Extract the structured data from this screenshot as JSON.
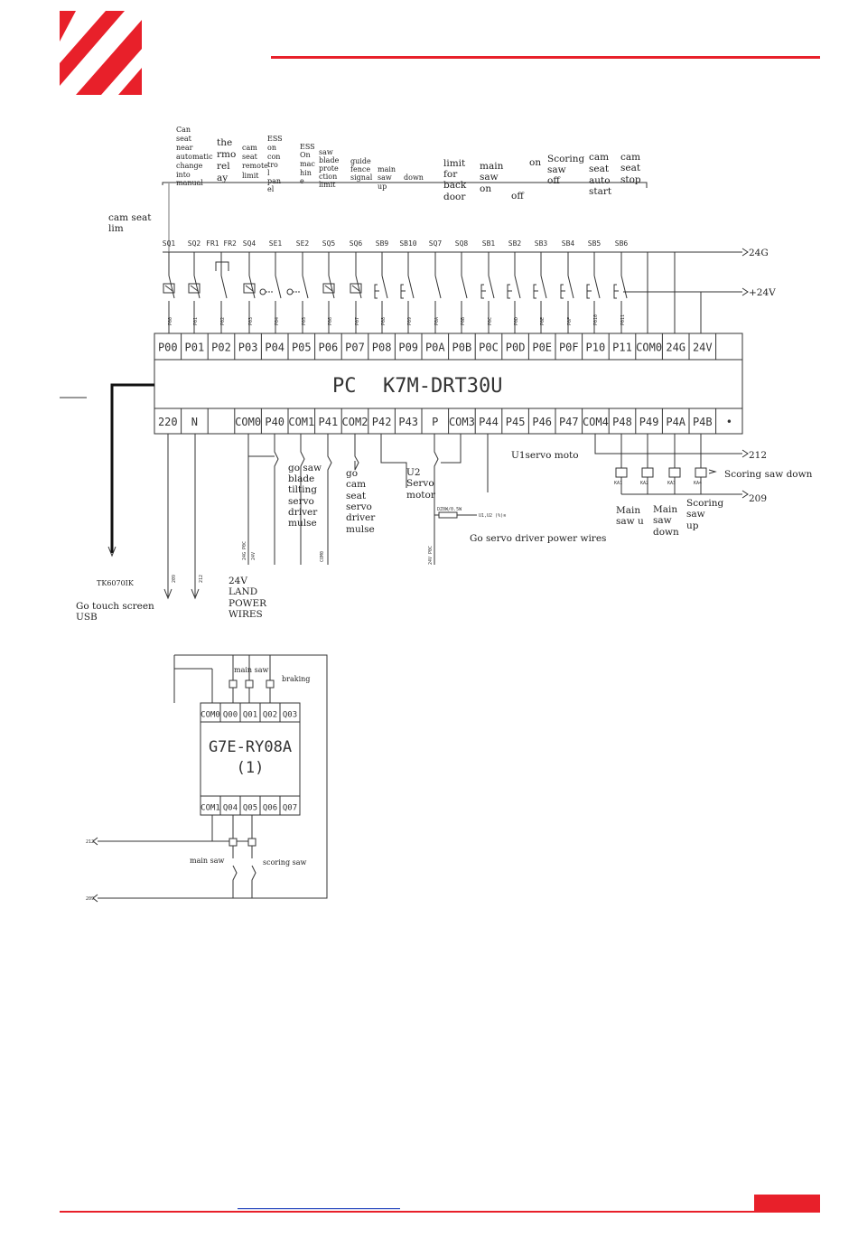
{
  "brand": {
    "accent": "#e8202a"
  },
  "plc": {
    "title_left": "PC",
    "title_right": "K7M-DRT30U",
    "top_terminals": [
      "P00",
      "P01",
      "P02",
      "P03",
      "P04",
      "P05",
      "P06",
      "P07",
      "P08",
      "P09",
      "P0A",
      "P0B",
      "P0C",
      "P0D",
      "P0E",
      "P0F",
      "P10",
      "P11",
      "COM0",
      "24G",
      "24V",
      ""
    ],
    "bottom_terminals": [
      "220",
      "N",
      "",
      "COM0",
      "P40",
      "COM1",
      "P41",
      "COM2",
      "P42",
      "P43",
      "P",
      "COM3",
      "P44",
      "P45",
      "P46",
      "P47",
      "COM4",
      "P48",
      "P49",
      "P4A",
      "P4B",
      "•"
    ]
  },
  "switch_labels": [
    "SQ1",
    "SQ2",
    "FR1 FR2",
    "SQ4",
    "SE1",
    "SE2",
    "SQ5",
    "SQ6",
    "SB9",
    "SB10",
    "SQ7",
    "SQ8",
    "SB1",
    "SB2",
    "SB3",
    "SB4",
    "SB5",
    "SB6"
  ],
  "annotations": {
    "can_seat": [
      "Can",
      "seat",
      "near",
      "automatic",
      "change",
      "into",
      "manual"
    ],
    "thermal": [
      "the",
      "rmo",
      "rel",
      "ay"
    ],
    "cam_remote": [
      "cam",
      "seat",
      "remote",
      "limit"
    ],
    "ess_control": [
      "ESS",
      "on",
      "con",
      "tro",
      "l",
      "pan",
      "el"
    ],
    "ess_machine": [
      "ESS",
      "On",
      "mac",
      "hin",
      "e"
    ],
    "saw_blade": [
      "saw",
      "blade",
      "prote",
      "ction",
      "limit"
    ],
    "guide_fence": [
      "guide",
      "fence",
      "signal"
    ],
    "main_saw_up": [
      "main",
      "saw",
      "up"
    ],
    "down": "down",
    "limit_back": [
      "limit",
      "for",
      "back",
      "door"
    ],
    "main_saw_on": [
      "main",
      "saw",
      "on"
    ],
    "on": "on",
    "off": "off",
    "scoring_off": [
      "Scoring",
      "saw",
      "off"
    ],
    "auto_start": [
      "cam",
      "seat",
      "auto",
      "start"
    ],
    "cam_stop": [
      "cam",
      "seat",
      "stop"
    ],
    "cam_seat_lim": [
      "cam seat",
      "lim"
    ],
    "go_saw_blade": [
      "go saw",
      "blade",
      "tilting",
      "servo",
      "driver",
      "mulse"
    ],
    "go_cam_seat": [
      "go",
      "cam",
      "seat",
      "servo",
      "driver",
      "mulse"
    ],
    "u2_servo": [
      "U2",
      "Servo",
      "motor"
    ],
    "u1_servo": "U1servo moto",
    "scoring_saw_down": "Scoring saw down",
    "main_saw_u": [
      "Main",
      "saw u"
    ],
    "main_saw_down": [
      "Main",
      "saw",
      "down"
    ],
    "scoring_saw_up": [
      "Scoring",
      "saw",
      "up"
    ],
    "go_servo_power": "Go servo driver power wires",
    "tk": "TK6070IK",
    "go_touch": [
      "Go touch screen",
      "USB"
    ],
    "power_wires": [
      "24V",
      "LAND",
      "POWER",
      "WIRES"
    ]
  },
  "rails": {
    "r24g": "24G",
    "r24v": "+24V",
    "r212": "212",
    "r209": "209"
  },
  "relay": {
    "title": "G7E-RY08A",
    "subtitle": "(1)",
    "top_terminals": [
      "COM0",
      "Q00",
      "Q01",
      "Q02",
      "Q03"
    ],
    "bottom_terminals": [
      "COM1",
      "Q04",
      "Q05",
      "Q06",
      "Q07"
    ],
    "main_saw": "main saw",
    "braking": "braking",
    "main_saw_bottom": "main saw",
    "scoring_saw": "scoring saw",
    "label_212": "212",
    "label_209": "209"
  }
}
